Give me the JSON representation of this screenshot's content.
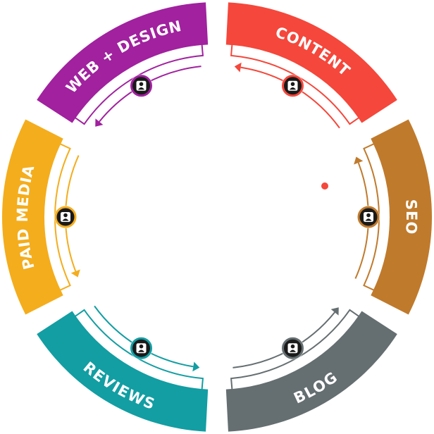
{
  "segments": [
    {
      "id": "content",
      "label": "CONTENT",
      "color": "#f5473b"
    },
    {
      "id": "seo",
      "label": "SEO",
      "color": "#c07a2c"
    },
    {
      "id": "blog",
      "label": "BLOG",
      "color": "#656e70"
    },
    {
      "id": "reviews",
      "label": "REVIEWS",
      "color": "#129ea3"
    },
    {
      "id": "paid-media",
      "label": "PAID MEDIA",
      "color": "#f4ad1c"
    },
    {
      "id": "web-design",
      "label": "WEB + DESIGN",
      "color": "#a1219f"
    }
  ],
  "icons": {
    "person": "person-badge-icon",
    "arrow": "arrow-head-icon"
  },
  "accent_dot_color": "#f5473b"
}
